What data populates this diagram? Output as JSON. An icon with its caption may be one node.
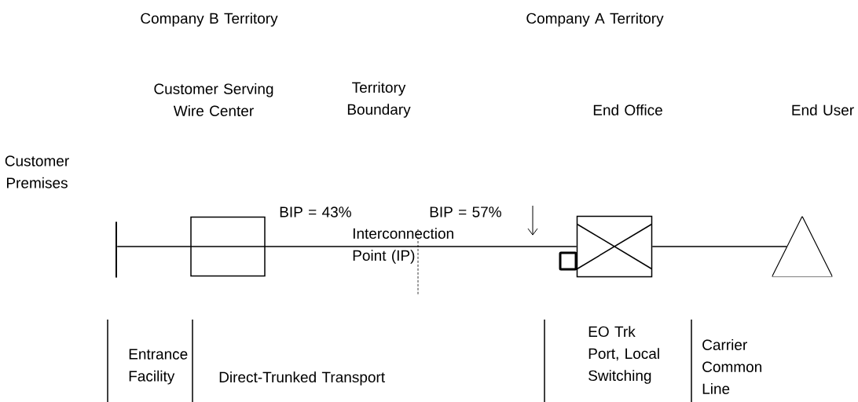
{
  "diagram": {
    "nodes": [
      {
        "text": [],
        "shape": "bar"
      },
      {
        "text": [],
        "shape": "box"
      },
      {
        "text": [],
        "shape": "box"
      },
      {
        "text": [],
        "shape": "triangle"
      }
    ],
    "edges": [
      {
        "from": 0,
        "to": 1,
        "arrow": "none"
      },
      {
        "from": 1,
        "to": 2,
        "arrow": "none"
      },
      {
        "from": 2,
        "to": 3,
        "arrow": "none"
      }
    ],
    "labels": [
      "Company B Territory",
      "Company A Territory",
      "Customer Serving Wire Center",
      "Territory Boundary",
      "End Office",
      "End User",
      "Customer Premises",
      "BIP = 43%",
      "BIP = 57%",
      "Interconnection Point (IP)",
      "Entrance Facility",
      "Direct-Trunked Transport",
      "EO Trk Port, Local Switching",
      "Carrier Common Line"
    ]
  }
}
